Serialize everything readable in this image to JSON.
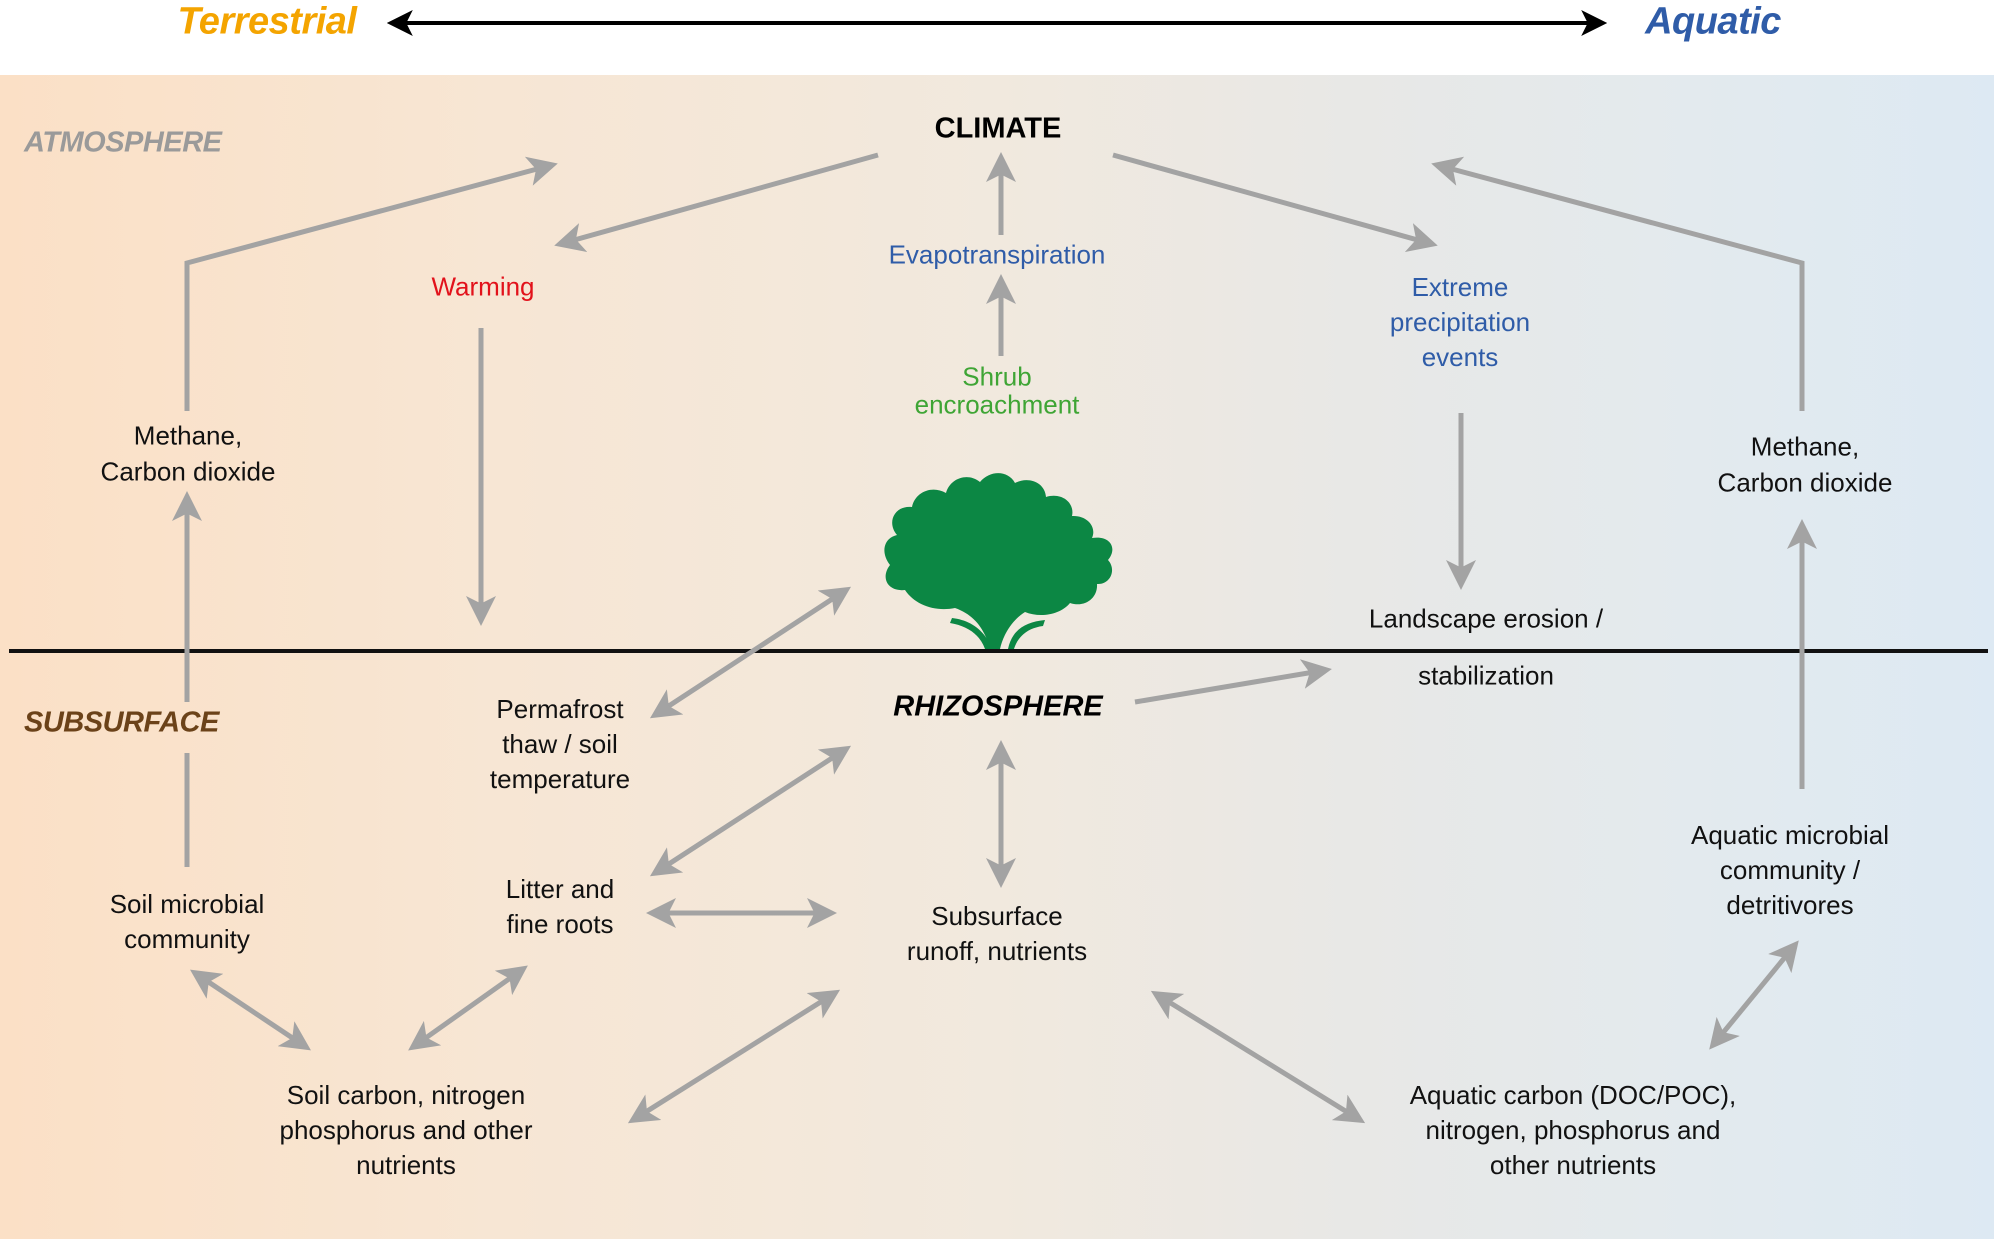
{
  "axis": {
    "left_label": "Terrestrial",
    "right_label": "Aquatic",
    "left_color": "#f4a400",
    "right_color": "#2f5ca8"
  },
  "zones": {
    "atmosphere": "ATMOSPHERE",
    "subsurface": "SUBSURFACE",
    "atmosphere_color": "#9a9a9a",
    "subsurface_color": "#6b4219"
  },
  "hubs": {
    "climate": "CLIMATE",
    "rhizosphere": "RHIZOSPHERE"
  },
  "drivers": {
    "warming": {
      "text": "Warming",
      "color": "#e2121b"
    },
    "evapotranspiration": {
      "text": "Evapotranspiration",
      "color": "#2f5ca8"
    },
    "shrub": {
      "lines": [
        "Shrub",
        "encroachment"
      ],
      "color": "#3fa535"
    },
    "extreme": {
      "lines": [
        "Extreme",
        "precipitation",
        "events"
      ],
      "color": "#2f5ca8"
    }
  },
  "nodes": {
    "methane_left": [
      "Methane,",
      "Carbon dioxide"
    ],
    "methane_right": [
      "Methane,",
      "Carbon dioxide"
    ],
    "landscape": [
      "Landscape erosion /",
      "stabilization"
    ],
    "permafrost": [
      "Permafrost",
      "thaw / soil",
      "temperature"
    ],
    "litter": [
      "Litter and",
      "fine roots"
    ],
    "soil_microbial": [
      "Soil microbial",
      "community"
    ],
    "subsurface_runoff": [
      "Subsurface",
      "runoff, nutrients"
    ],
    "aquatic_microbial": [
      "Aquatic microbial",
      "community /",
      "detritivores"
    ],
    "soil_carbon": [
      "Soil carbon, nitrogen",
      "phosphorus and other",
      "nutrients"
    ],
    "aquatic_carbon": [
      "Aquatic carbon (DOC/POC),",
      "nitrogen, phosphorus and",
      "other nutrients"
    ]
  },
  "icons": {
    "shrub": "shrub-icon"
  },
  "colors": {
    "arrow": "#a3a3a3",
    "ground_line": "#111111",
    "shrub": "#0c8744"
  }
}
